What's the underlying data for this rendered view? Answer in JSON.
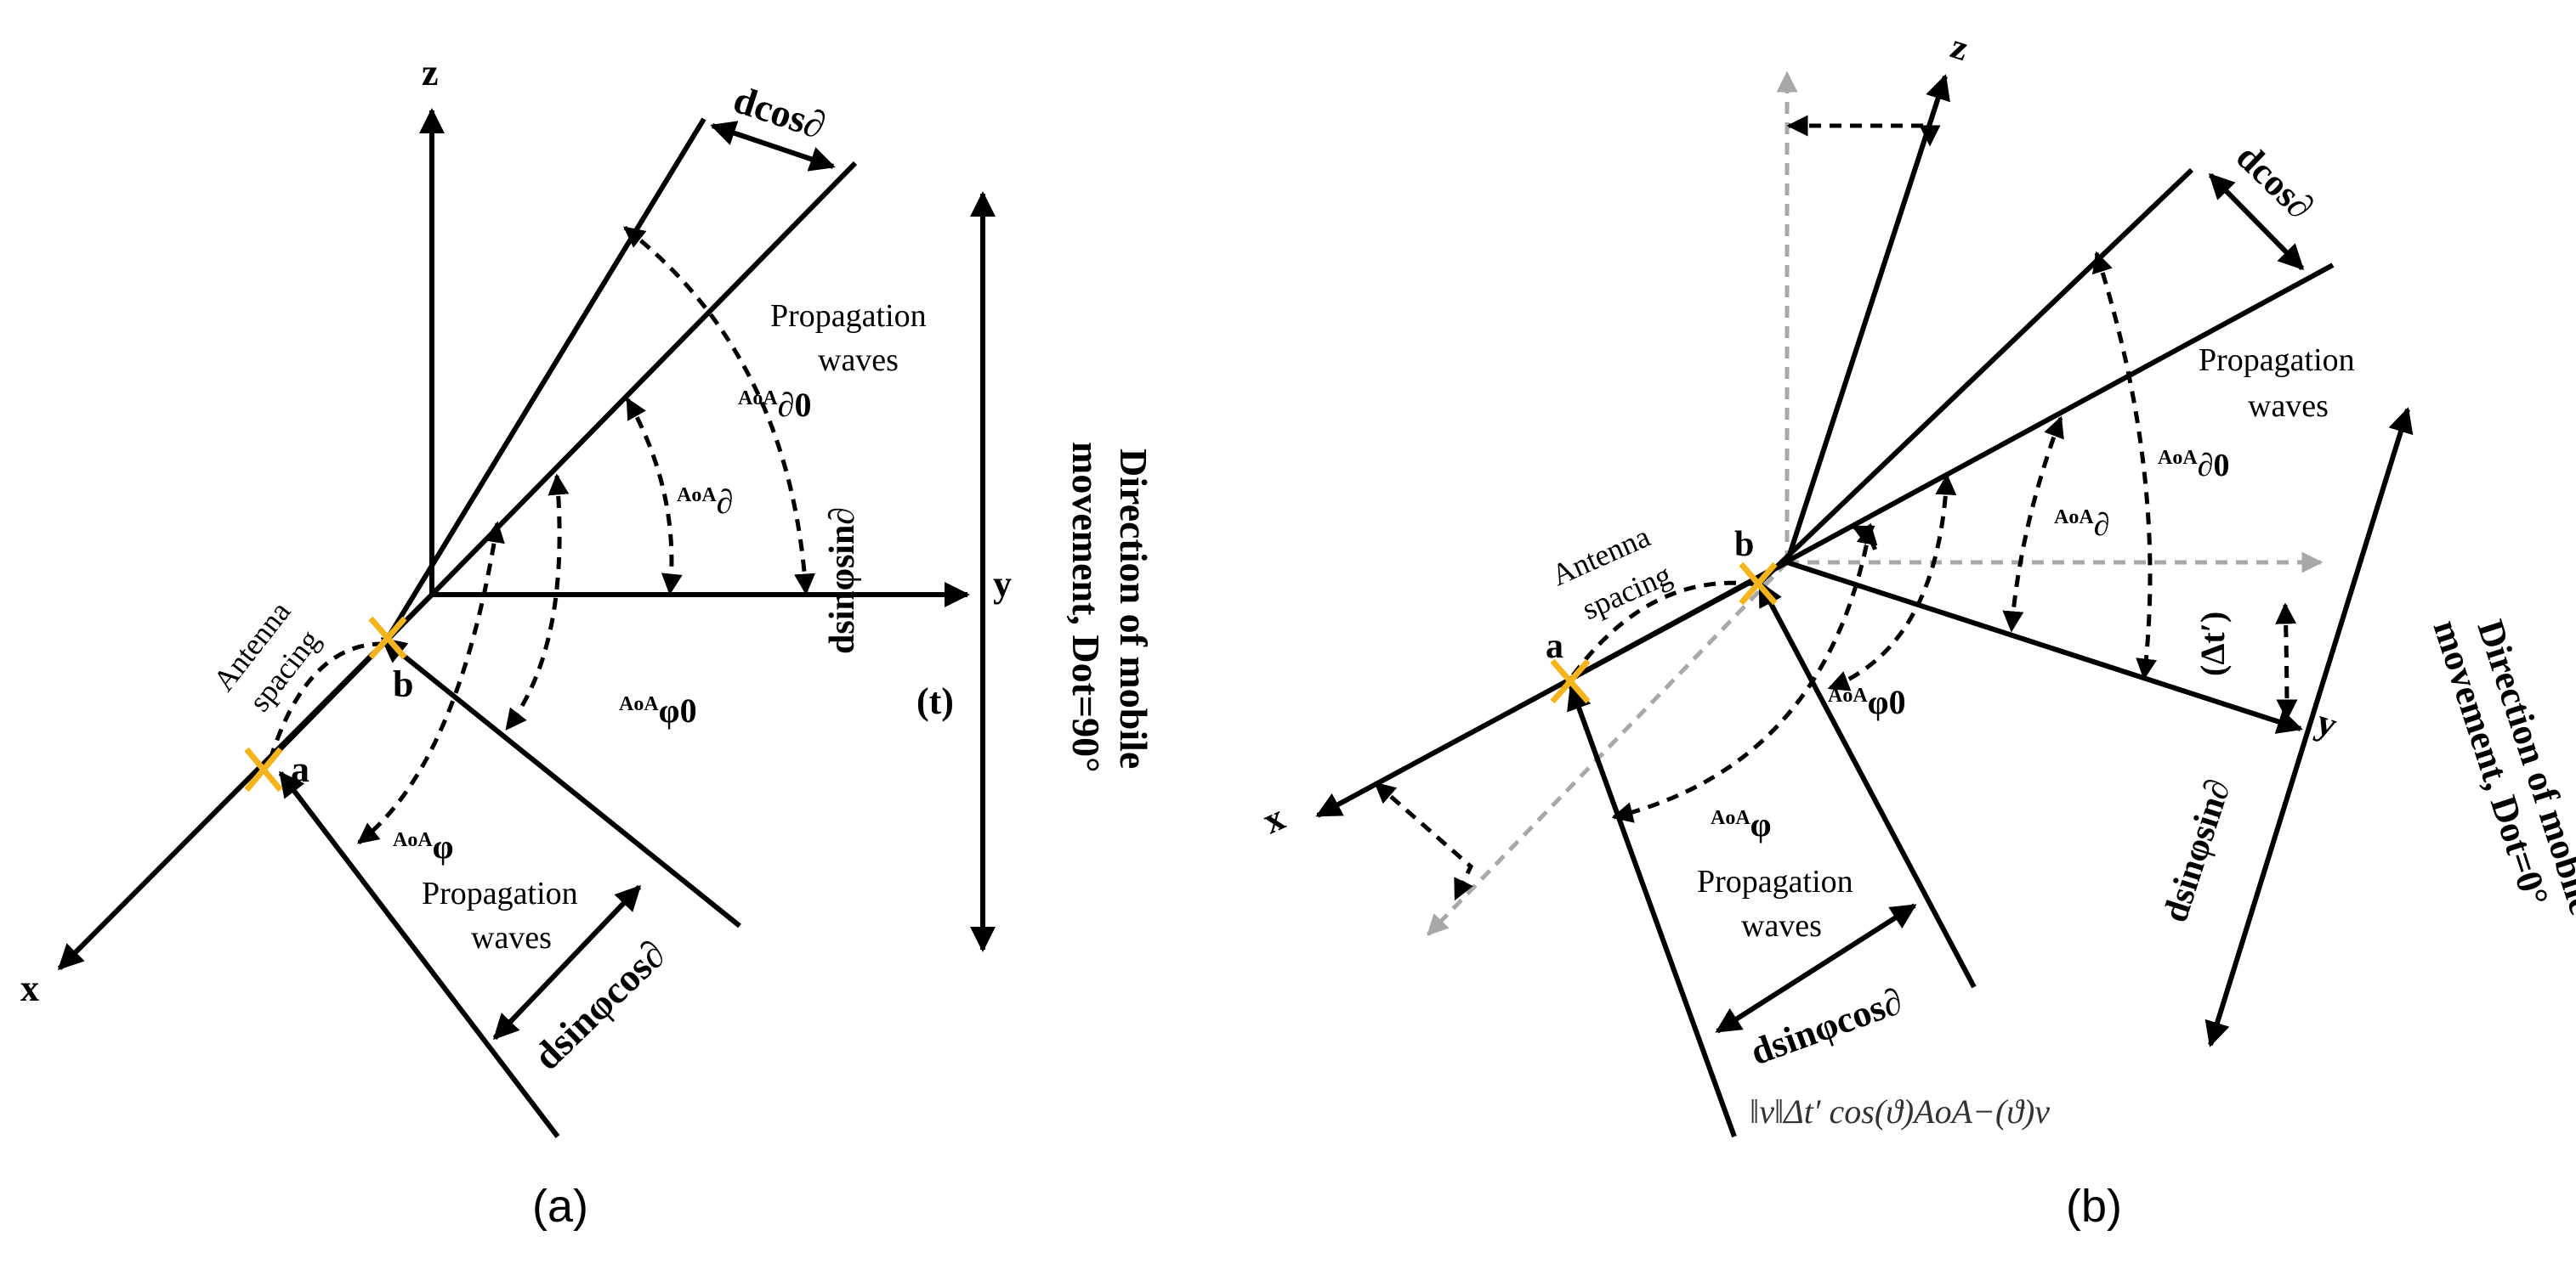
{
  "panel_a": {
    "caption": "(a)",
    "axis_x": "x",
    "axis_y": "y",
    "axis_z": "z",
    "dcos": "dcos∂",
    "prop_top_1": "Propagation",
    "prop_top_2": "waves",
    "aoa_d0_sup": "AoA",
    "aoa_d0_main": "∂0",
    "aoa_d_sup": "AoA",
    "aoa_d_main": "∂",
    "dsinsin": "dsinφsin∂",
    "antenna_1": "Antenna",
    "antenna_2": "spacing",
    "label_b": "b",
    "label_a": "a",
    "aoa_phi0_sup": "AoA",
    "aoa_phi0_main": "φ0",
    "label_t": "(t)",
    "aoa_phi_sup": "AoA",
    "aoa_phi_main": "φ",
    "prop_bot_1": "Propagation",
    "prop_bot_2": "waves",
    "dsincos": "dsinφcos∂",
    "dir_1": "Direction of mobile",
    "dir_2": "movement, Dot=90°"
  },
  "panel_b": {
    "caption": "(b)",
    "axis_x": "x",
    "axis_y": "y",
    "axis_z": "z",
    "dcos": "dcos∂",
    "prop_top_1": "Propagation",
    "prop_top_2": "waves",
    "aoa_d0_sup": "AoA",
    "aoa_d0_main": "∂0",
    "aoa_d_sup": "AoA",
    "aoa_d_main": "∂",
    "antenna_1": "Antenna",
    "antenna_2": "spacing",
    "label_b": "b",
    "label_a": "a",
    "aoa_phi0_sup": "AoA",
    "aoa_phi0_main": "φ0",
    "aoa_phi_sup": "AoA",
    "aoa_phi_main": "φ",
    "delta_t": "(Δt′)",
    "dsinsin": "dsinφsin∂",
    "prop_bot_1": "Propagation",
    "prop_bot_2": "waves",
    "dsincos": "dsinφcos∂",
    "formula": "‖v‖Δt′ cos(ϑ)AoA−(ϑ)v",
    "dir_1": "Direction of mobile",
    "dir_2": "movement, Dot=0°"
  },
  "colors": {
    "line": "#000000",
    "gray_dash": "#a8a8a8",
    "antenna_cross": "#f5b41e"
  }
}
